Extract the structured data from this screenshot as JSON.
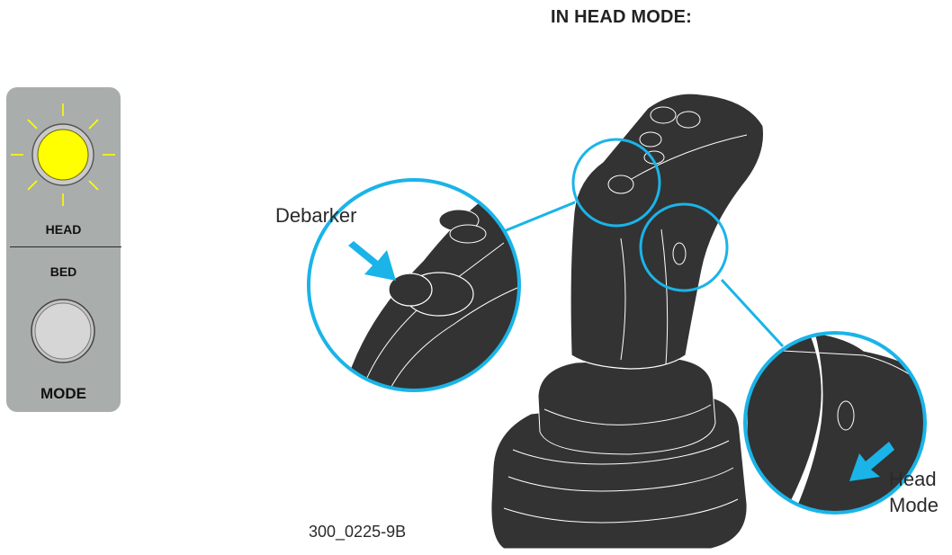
{
  "title": "IN HEAD MODE:",
  "panel": {
    "head_label": "HEAD",
    "bed_label": "BED",
    "mode_label": "MODE",
    "head_light_color": "#ffff00",
    "bed_light_color": "#d4d4d4",
    "panel_color": "#a9adab"
  },
  "callouts": {
    "debarker": "Debarker",
    "head_mode_line1": "Head",
    "head_mode_line2": "Mode"
  },
  "figure_code": "300_0225-9B",
  "colors": {
    "accent": "#1ab4e8",
    "joystick": "#333333"
  }
}
